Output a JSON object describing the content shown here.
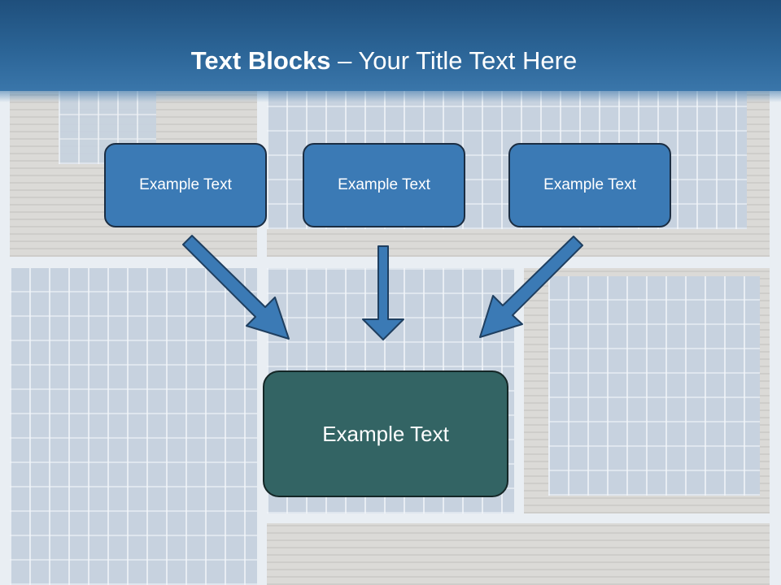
{
  "slide": {
    "title_bold": "Text Blocks",
    "title_rest": " – Your Title Text Here"
  },
  "boxes": {
    "left": "Example Text",
    "center": "Example Text",
    "right": "Example Text",
    "result": "Example Text"
  },
  "colors": {
    "header": "#2b6496",
    "box_fill": "#3b7ab5",
    "result_fill": "#336464",
    "arrow": "#3b7ab5"
  }
}
